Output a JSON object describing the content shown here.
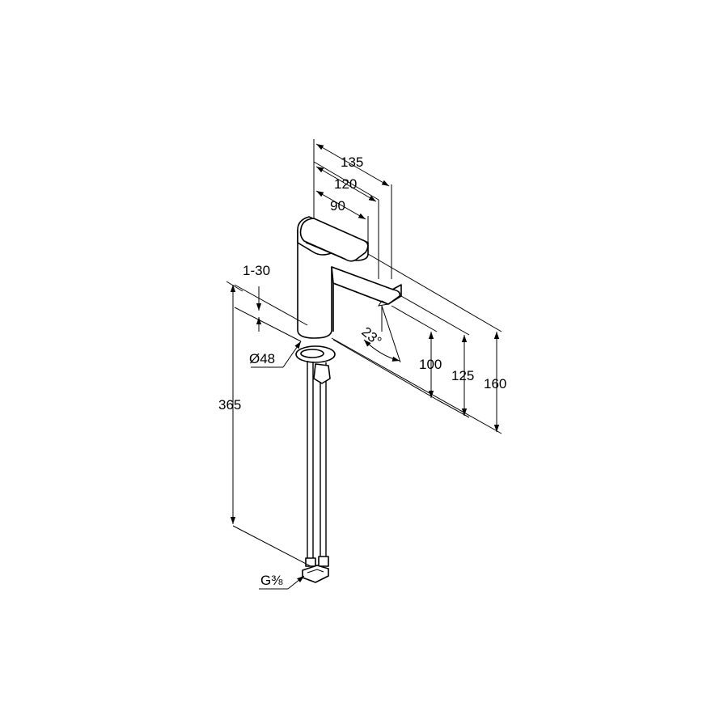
{
  "drawing": {
    "dimensions": {
      "d135": "135",
      "d120": "120",
      "d90": "90",
      "d1_30": "1-30",
      "d23deg": "23°",
      "d48": "Ø48",
      "d100": "100",
      "d125": "125",
      "d160": "160",
      "d365": "365",
      "connection": "G⅜"
    }
  }
}
